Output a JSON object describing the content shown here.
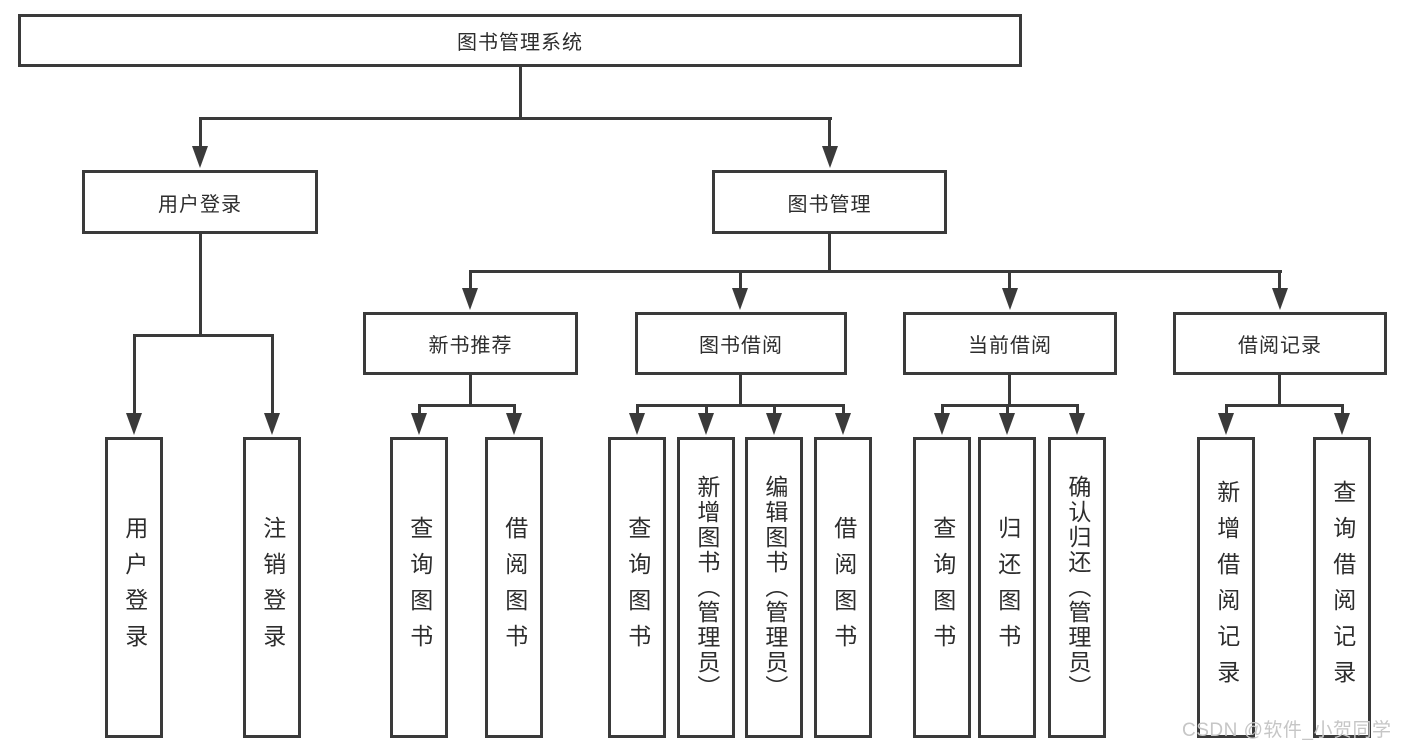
{
  "title": "图书管理系统",
  "watermark": "CSDN @软件_小贺同学",
  "colors": {
    "line": "#3a3a3a",
    "text": "#2d2d2d",
    "watermark": "#c6c6c6",
    "background": "#ffffff"
  },
  "nodes": {
    "root": "图书管理系统",
    "level2": [
      "用户登录",
      "图书管理"
    ],
    "level3": [
      "新书推荐",
      "图书借阅",
      "当前借阅",
      "借阅记录"
    ],
    "leaves": [
      "用户登录",
      "注销登录",
      "查询图书",
      "借阅图书",
      "查询图书",
      "新增图书（管理员）",
      "编辑图书（管理员）",
      "借阅图书",
      "查询图书",
      "归还图书",
      "确认归还（管理员）",
      "新增借阅记录",
      "查询借阅记录"
    ]
  },
  "hierarchy": {
    "图书管理系统": [
      "用户登录",
      "图书管理"
    ],
    "用户登录": [
      "用户登录",
      "注销登录"
    ],
    "图书管理": [
      "新书推荐",
      "图书借阅",
      "当前借阅",
      "借阅记录"
    ],
    "新书推荐": [
      "查询图书",
      "借阅图书"
    ],
    "图书借阅": [
      "查询图书",
      "新增图书（管理员）",
      "编辑图书（管理员）",
      "借阅图书"
    ],
    "当前借阅": [
      "查询图书",
      "归还图书",
      "确认归还（管理员）"
    ],
    "借阅记录": [
      "新增借阅记录",
      "查询借阅记录"
    ]
  }
}
